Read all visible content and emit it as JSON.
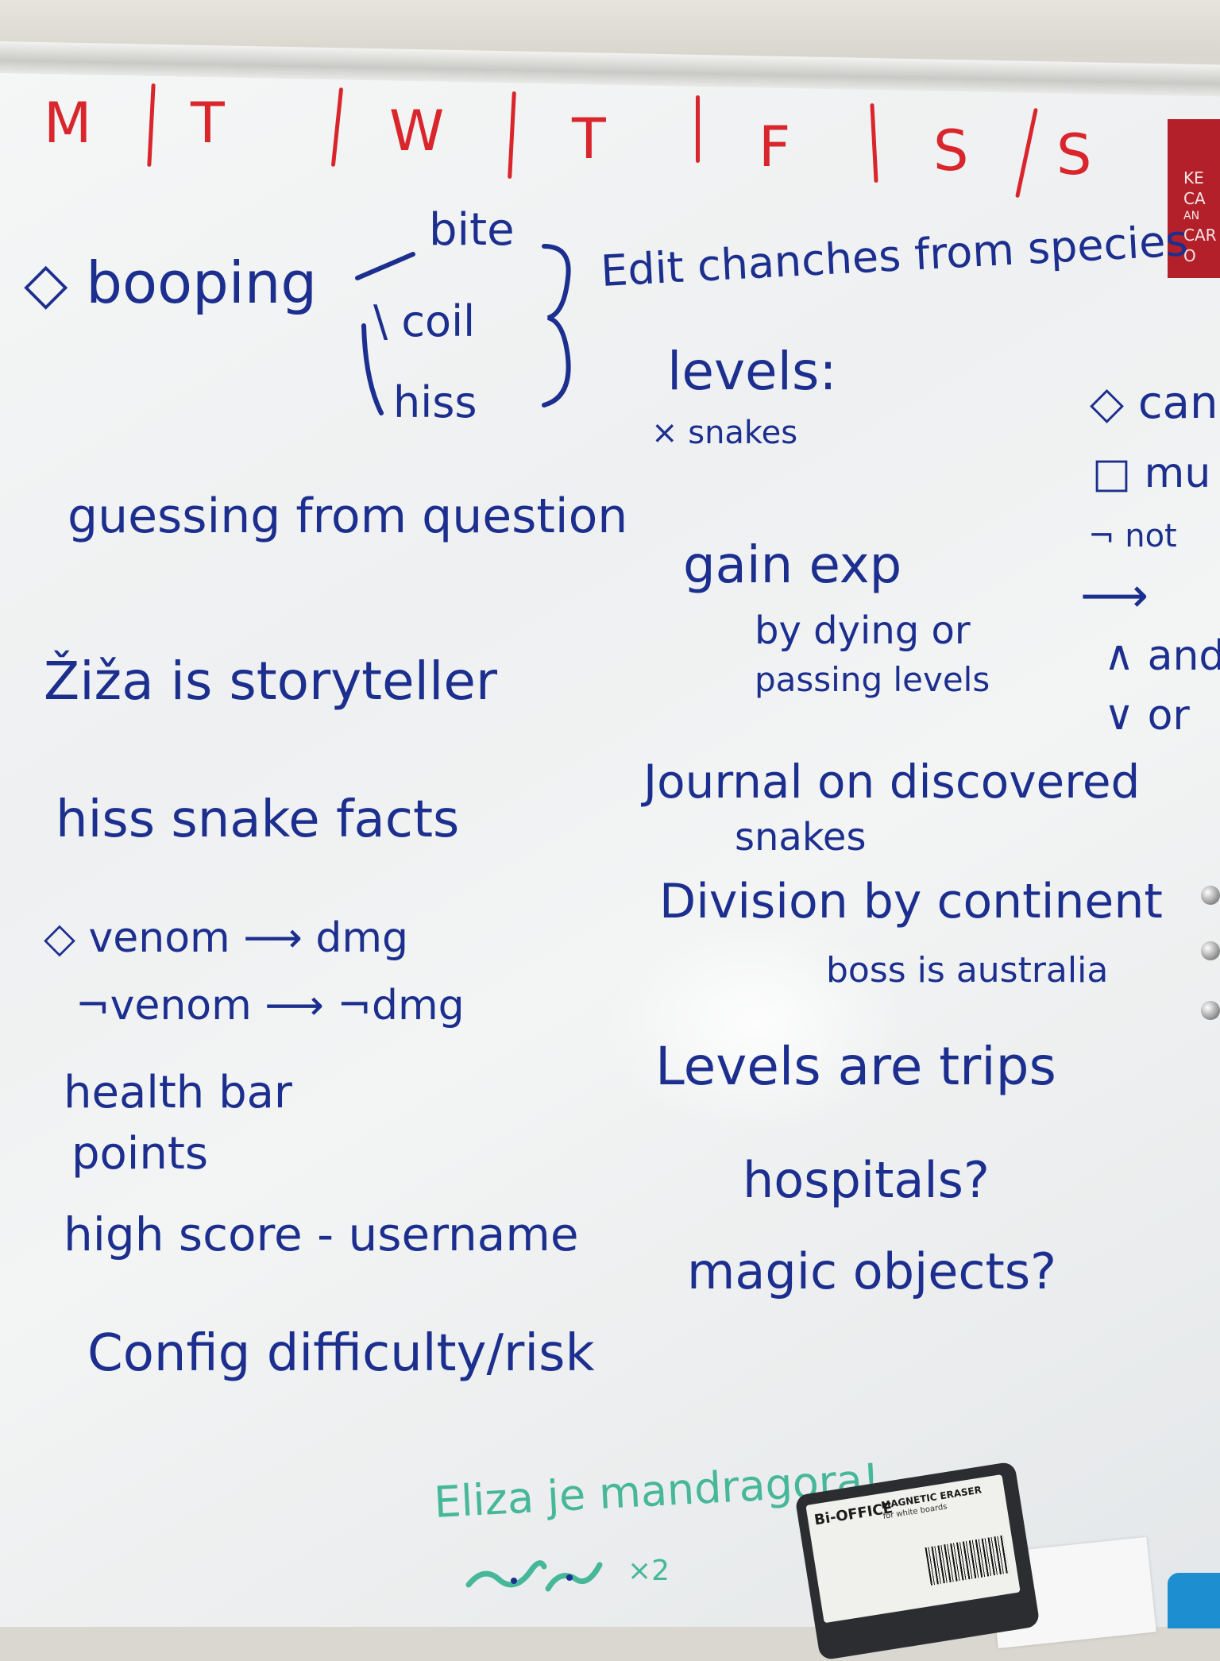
{
  "days": [
    "M",
    "T",
    "W",
    "T",
    "F",
    "S",
    "S"
  ],
  "colors": {
    "marker_blue": "#1c2f8f",
    "marker_red": "#d8262c",
    "marker_green": "#47b79a",
    "poster_red": "#b3202a"
  },
  "left_notes": {
    "booping": "◇ booping",
    "branch_bite": "bite",
    "branch_coil": "\\ coil",
    "branch_hiss": "hiss",
    "guessing": "guessing from question",
    "ziza": "Žiža is storyteller",
    "facts": "hiss snake facts",
    "venom_yes": "◇ venom ⟶ dmg",
    "venom_no": "¬venom ⟶ ¬dmg",
    "health": "health bar",
    "points": "points",
    "highscore": "high score - username",
    "config": "Config difficulty/risk"
  },
  "right_notes": {
    "chances": "Edit chanches from species",
    "levels": "levels:",
    "snakes": "× snakes",
    "gain_exp": "gain exp",
    "dying": "by dying or",
    "passing": "passing levels",
    "journal": "Journal on discovered",
    "journal_snakes": "snakes",
    "division": "Division by continent",
    "boss": "boss is australia",
    "trips": "Levels are trips",
    "hospitals": "hospitals?",
    "magic": "magic objects?"
  },
  "edge_notes": {
    "diamond": "◇ can",
    "square": "□ mu",
    "not": "¬ not",
    "implies": "⟶",
    "and": "∧ and",
    "or": "∨ or"
  },
  "green_note": {
    "eliza": "Eliza je mandragora!",
    "times_two": "×2"
  },
  "poster_text": [
    "KE",
    "CA",
    "AN",
    "CAR",
    "O"
  ],
  "eraser": {
    "brand": "Bi-OFFICE",
    "title": "MAGNETIC ERASER",
    "subtitle": "for white boards"
  }
}
